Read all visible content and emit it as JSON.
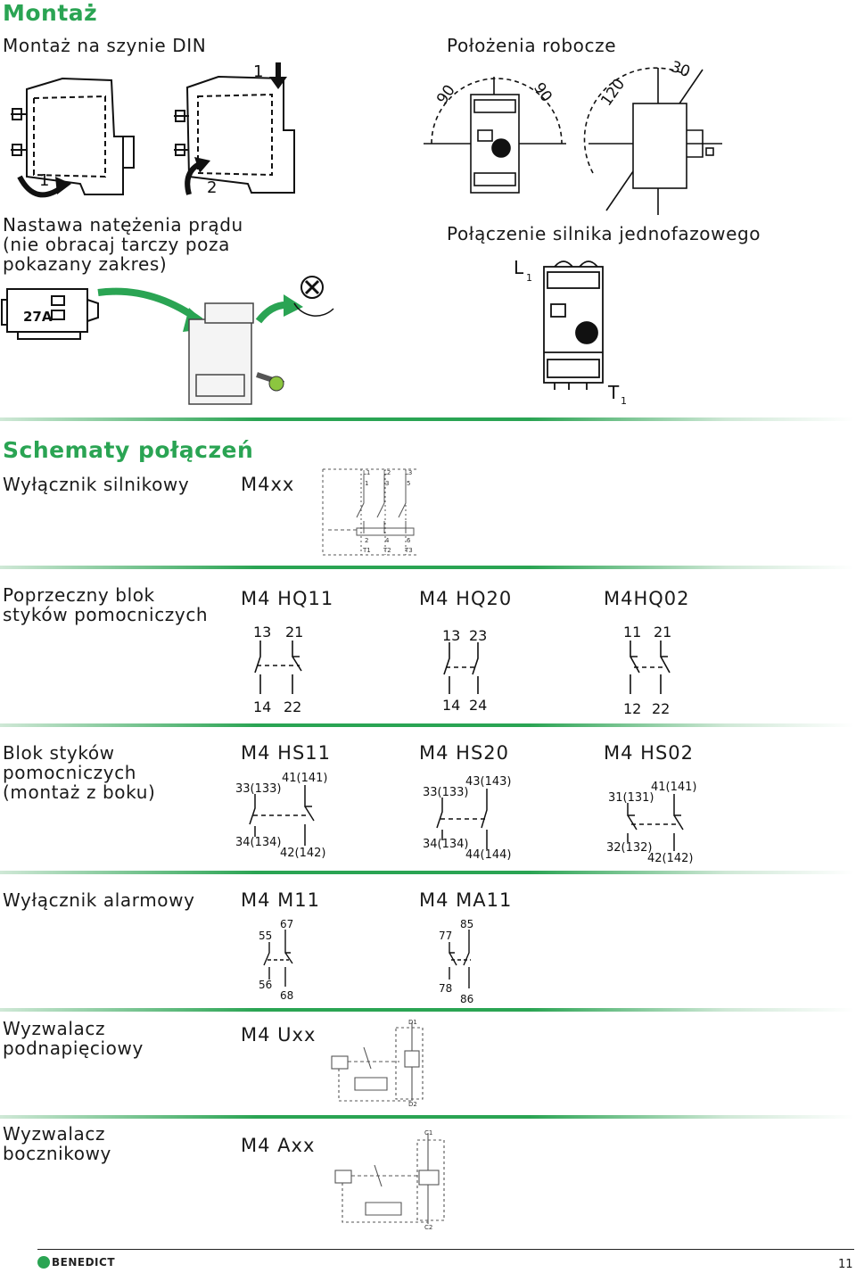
{
  "montaz": {
    "heading": "Montaż",
    "din_label": "Montaż na szynie DIN",
    "positions_label": "Położenia robocze",
    "current_label": "Nastawa natężenia prądu\n(nie obracaj tarczy poza\npokazany zakres)",
    "single_phase_label": "Połączenie silnika jednofazowego",
    "step1": "1",
    "step2": "2",
    "step1b": "1",
    "angle_90a": "90",
    "angle_90b": "90",
    "angle_120": "120",
    "angle_30": "30",
    "current_value": "27A",
    "L1": "L",
    "L1_sub": "1",
    "T1": "T",
    "T1_sub": "1"
  },
  "schematy": {
    "heading": "Schematy połączeń",
    "rows": [
      {
        "label": "Wyłącznik silnikowy",
        "models": [
          "M4xx"
        ],
        "terminals": {
          "top": [
            "L1",
            "L2",
            "L3"
          ],
          "top_num": [
            "1",
            "3",
            "5"
          ],
          "bot_num": [
            "2",
            "4",
            "6"
          ],
          "bottom": [
            "T1",
            "T2",
            "T3"
          ]
        }
      },
      {
        "label": "Poprzeczny blok\nstyków pomocniczych",
        "models": [
          "M4 HQ11",
          "M4 HQ20",
          "M4HQ02"
        ],
        "terminals": [
          [
            "13",
            "21",
            "14",
            "22"
          ],
          [
            "13",
            "23",
            "14",
            "24"
          ],
          [
            "11",
            "21",
            "12",
            "22"
          ]
        ]
      },
      {
        "label": "Blok styków\npomocniczych\n(montaż z boku)",
        "models": [
          "M4 HS11",
          "M4 HS20",
          "M4 HS02"
        ],
        "terminals": [
          [
            "33(133)",
            "41(141)",
            "34(134)",
            "42(142)"
          ],
          [
            "33(133)",
            "43(143)",
            "34(134)",
            "44(144)"
          ],
          [
            "31(131)",
            "41(141)",
            "32(132)",
            "42(142)"
          ]
        ]
      },
      {
        "label": "Wyłącznik alarmowy",
        "models": [
          "M4 M11",
          "M4 MA11"
        ],
        "terminals": [
          [
            "55",
            "67",
            "56",
            "68"
          ],
          [
            "77",
            "85",
            "78",
            "86"
          ]
        ]
      },
      {
        "label": "Wyzwalacz\npodnapięciowy",
        "models": [
          "M4 Uxx"
        ],
        "terminals": [
          "D1",
          "D2"
        ]
      },
      {
        "label": "Wyzwalacz\nbocznikowy",
        "models": [
          "M4 Axx"
        ],
        "terminals": [
          "C1",
          "C2"
        ]
      }
    ]
  },
  "footer": {
    "brand": "BENEDICT",
    "page": "11"
  },
  "colors": {
    "accent": "#2aa453",
    "text": "#1a1a1a"
  }
}
